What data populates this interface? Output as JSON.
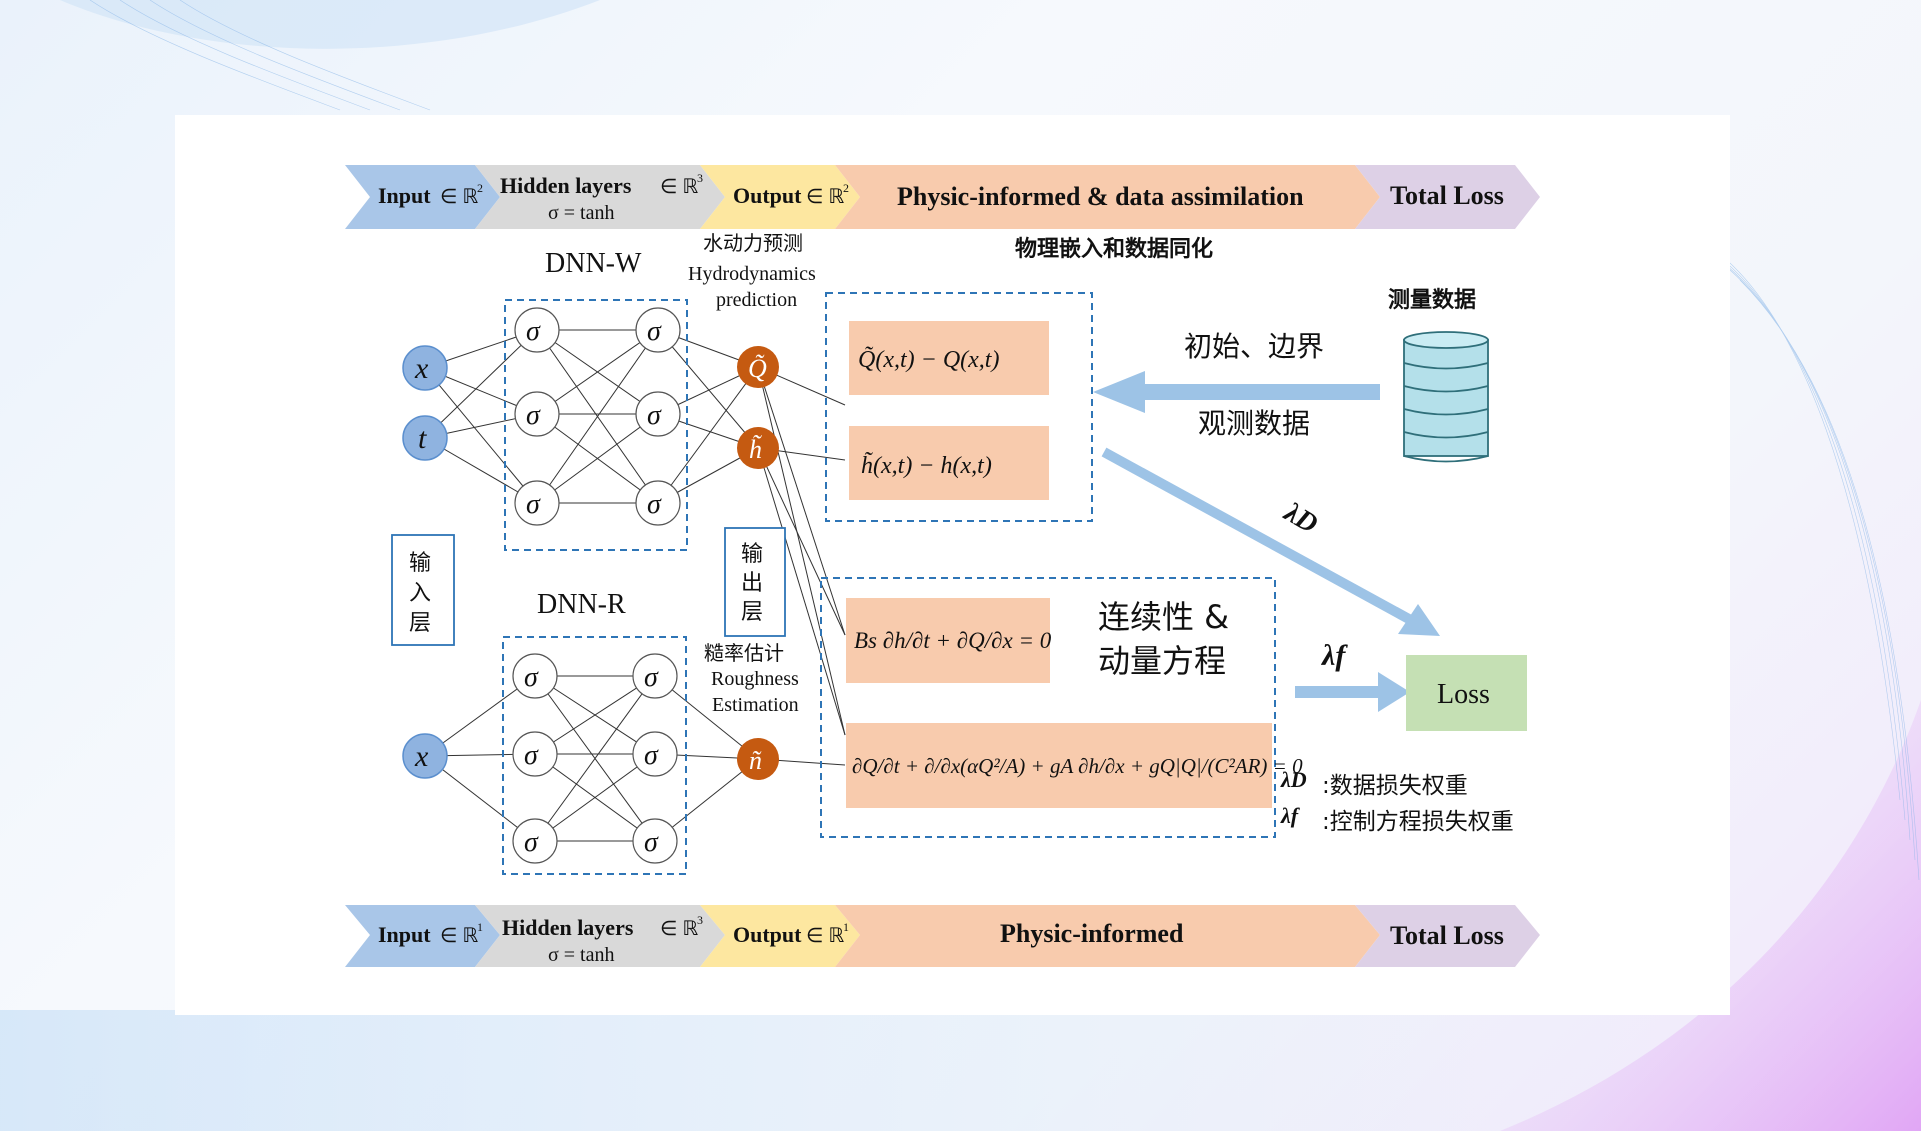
{
  "top_banner": {
    "input": "Input",
    "input_space": "∈ ℝ",
    "input_dim": "2",
    "hidden": "Hidden layers",
    "hidden_space": "∈ ℝ",
    "hidden_dim": "3",
    "hidden_activation": "σ = tanh",
    "output": "Output",
    "output_space": "∈ ℝ",
    "output_dim": "2",
    "physics": "Physic-informed & data assimilation",
    "loss": "Total Loss"
  },
  "bottom_banner": {
    "input": "Input",
    "input_space": "∈ ℝ",
    "input_dim": "1",
    "hidden": "Hidden layers",
    "hidden_space": "∈ ℝ",
    "hidden_dim": "3",
    "hidden_activation": "σ = tanh",
    "output": "Output",
    "output_space": "∈ ℝ",
    "output_dim": "1",
    "physics": "Physic-informed",
    "loss": "Total Loss"
  },
  "physics_title_cn": "物理嵌入和数据同化",
  "dnn_w": {
    "title": "DNN-W",
    "inputs": [
      "x",
      "t"
    ],
    "neuron": "σ",
    "outputs": [
      "Q̃",
      "h̃"
    ],
    "caption_cn": "水动力预测",
    "caption_en_1": "Hydrodynamics",
    "caption_en_2": "prediction"
  },
  "dnn_r": {
    "title": "DNN-R",
    "inputs": [
      "x"
    ],
    "neuron": "σ",
    "outputs": [
      "ñ"
    ],
    "caption_cn": "糙率估计",
    "caption_en_1": "Roughness",
    "caption_en_2": "Estimation"
  },
  "input_layer_label": [
    "输",
    "入",
    "层"
  ],
  "output_layer_label": [
    "输",
    "出",
    "层"
  ],
  "residuals": {
    "q_residual": "Q̃(x,t) − Q(x,t)",
    "h_residual": "h̃(x,t) − h(x,t)",
    "continuity_eq": "Bs ∂h/∂t + ∂Q/∂x = 0",
    "momentum_eq": "∂Q/∂t + ∂/∂x(αQ²/A) + gA ∂h/∂x + gQ|Q|/(C²AR) = 0"
  },
  "data_source": {
    "title": "测量数据",
    "label_top": "初始、边界",
    "label_bottom": "观测数据"
  },
  "equations_label": [
    "连续性 &",
    "动量方程"
  ],
  "weights": {
    "lambda_d": "λD",
    "lambda_f": "λf",
    "lambda_d_desc": ":数据损失权重",
    "lambda_f_desc": ":控制方程损失权重"
  },
  "loss_box": "Loss",
  "colors": {
    "input_arrow": "#a9c6e8",
    "hidden_arrow": "#d9d9d9",
    "output_arrow": "#fde7a0",
    "physics_arrow": "#f8cbad",
    "loss_arrow": "#ddd0e6",
    "input_node": "#8fb3e0",
    "output_node": "#c55a11",
    "residual_box": "#f8cbad",
    "loss_box": "#c5e0b4",
    "dashed_border": "#2e75b6",
    "flow_arrow": "#9dc3e6"
  }
}
